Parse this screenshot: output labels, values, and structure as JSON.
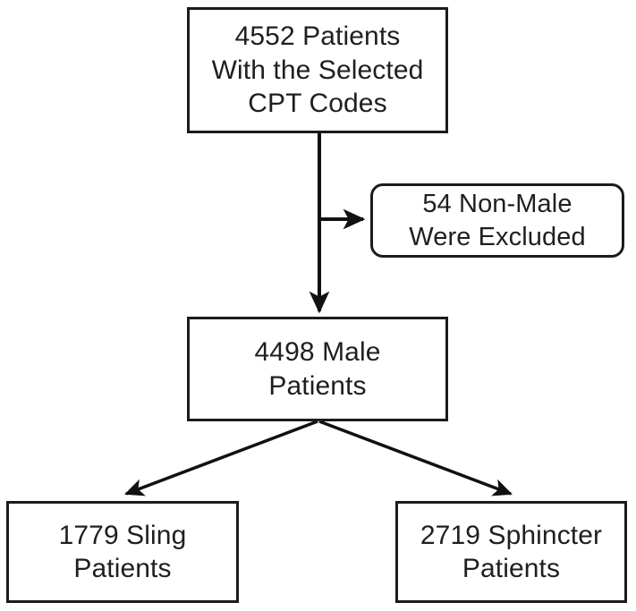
{
  "diagram": {
    "title": "Patient cohort selection flowchart",
    "type": "flowchart",
    "colors": {
      "box_border": "#1b1b1b",
      "box_fill": "#ffffff",
      "text": "#1f1f1f",
      "connector": "#111111",
      "background": "#ffffff"
    },
    "nodes": [
      {
        "id": "cohort",
        "shape": "rectangle",
        "text": "4552 Patients\nWith the Selected\nCPT Codes",
        "lines": [
          "4552 Patients",
          "With the Selected",
          "CPT Codes"
        ],
        "count": 4552
      },
      {
        "id": "excluded",
        "shape": "rounded-rectangle",
        "text": "54 Non-Male\nWere Excluded",
        "lines": [
          "54 Non-Male",
          "Were Excluded"
        ],
        "count": 54
      },
      {
        "id": "male",
        "shape": "rectangle",
        "text": "4498 Male\nPatients",
        "lines": [
          "4498 Male",
          "Patients"
        ],
        "count": 4498
      },
      {
        "id": "sling",
        "shape": "rectangle",
        "text": "1779 Sling\nPatients",
        "lines": [
          "1779 Sling",
          "Patients"
        ],
        "count": 1779
      },
      {
        "id": "sphincter",
        "shape": "rectangle",
        "text": "2719 Sphincter\nPatients",
        "lines": [
          "2719 Sphincter",
          "Patients"
        ],
        "count": 2719
      }
    ],
    "edges": [
      {
        "id": "cohort-to-male",
        "from": "cohort",
        "to": "male",
        "style": "straight-vertical",
        "arrow": true,
        "label": ""
      },
      {
        "id": "cohort-to-excluded",
        "from": "cohort",
        "to": "excluded",
        "style": "branch-horizontal",
        "arrow": true,
        "label": ""
      },
      {
        "id": "male-to-sling",
        "from": "male",
        "to": "sling",
        "style": "diagonal",
        "arrow": true,
        "label": ""
      },
      {
        "id": "male-to-sphincter",
        "from": "male",
        "to": "sphincter",
        "style": "diagonal",
        "arrow": true,
        "label": ""
      }
    ]
  }
}
